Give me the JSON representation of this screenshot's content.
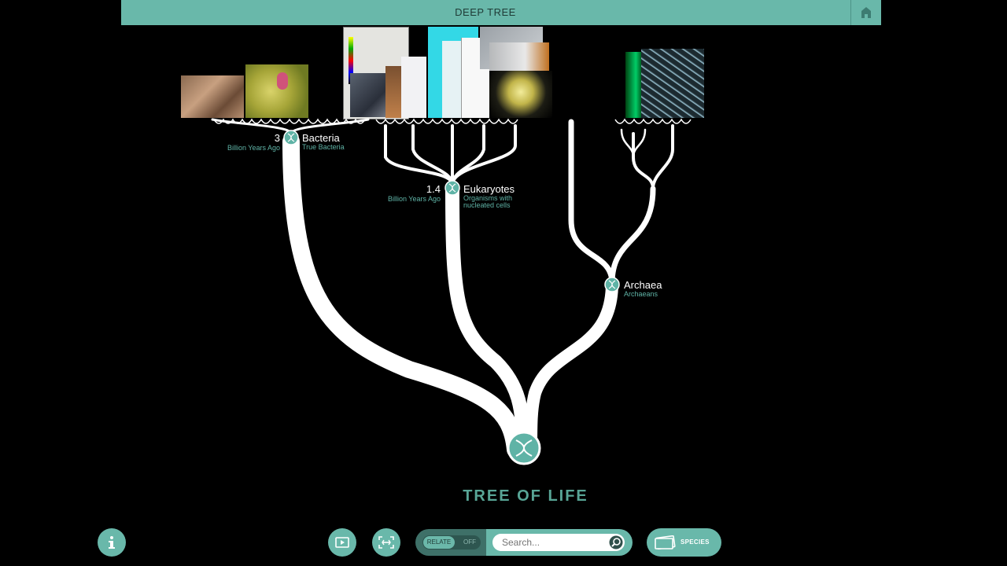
{
  "header": {
    "title": "DEEP TREE"
  },
  "nodes": {
    "bacteria": {
      "name": "Bacteria",
      "sub": "True Bacteria",
      "age": "3",
      "age_unit": "Billion Years Ago"
    },
    "eukaryotes": {
      "name": "Eukaryotes",
      "sub1": "Organisms with",
      "sub2": "nucleated cells",
      "age": "1.4",
      "age_unit": "Billion Years Ago"
    },
    "archaea": {
      "name": "Archaea",
      "sub": "Archaeans"
    }
  },
  "tree_title": "TREE OF LIFE",
  "relate": {
    "on_label": "RELATE",
    "off_label": "OFF"
  },
  "search": {
    "placeholder": "Search..."
  },
  "species_label": "SPECIES",
  "colors": {
    "accent": "#69b8aa",
    "accent_dark": "#3e7068",
    "text_teal": "#5fb3a6",
    "background": "#000000"
  }
}
